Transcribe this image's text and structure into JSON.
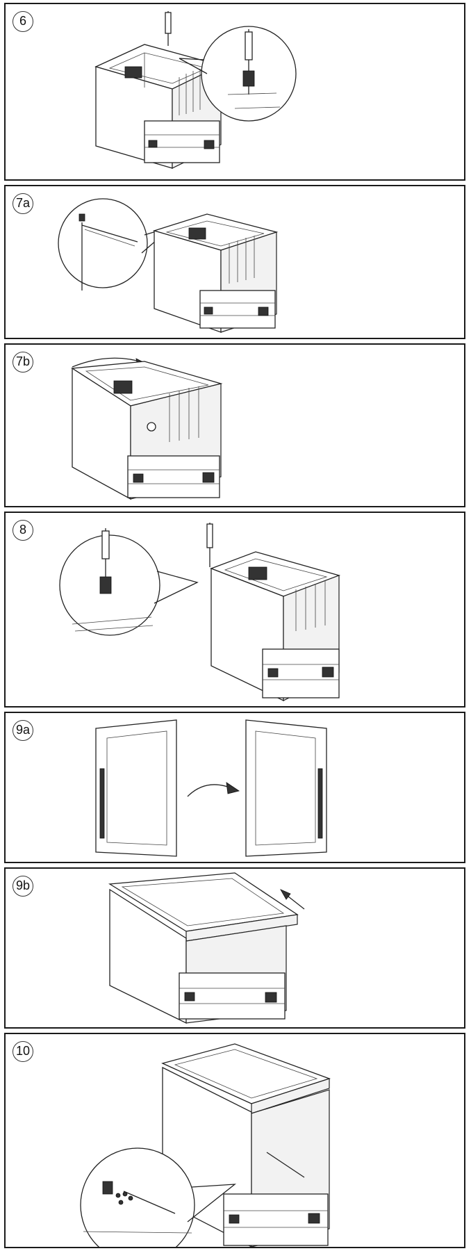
{
  "steps": [
    {
      "label": "6"
    },
    {
      "label": "7a"
    },
    {
      "label": "7b"
    },
    {
      "label": "8"
    },
    {
      "label": "9a"
    },
    {
      "label": "9b"
    },
    {
      "label": "10"
    }
  ]
}
